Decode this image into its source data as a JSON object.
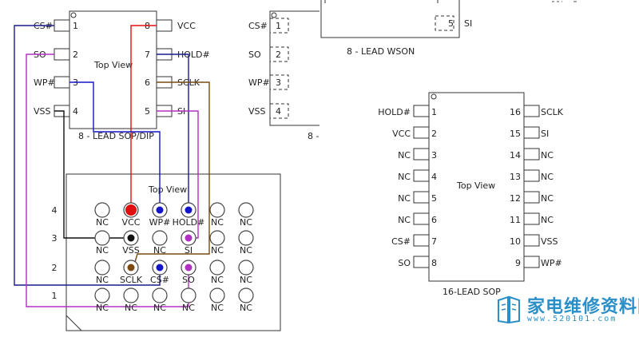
{
  "sop8": {
    "pins_left": [
      {
        "name": "CS#",
        "num": "1"
      },
      {
        "name": "SO",
        "num": "2"
      },
      {
        "name": "WP#",
        "num": "3"
      },
      {
        "name": "VSS",
        "num": "4"
      }
    ],
    "pins_right": [
      {
        "name": "VCC",
        "num": "8"
      },
      {
        "name": "HOLD#",
        "num": "7"
      },
      {
        "name": "SCLK",
        "num": "6"
      },
      {
        "name": "SI",
        "num": "5"
      }
    ],
    "center_label": "Top View",
    "caption": "8 - LEAD SOP/DIP"
  },
  "wson8": {
    "pins_left": [
      {
        "name": "CS#",
        "num": "1"
      },
      {
        "name": "SO",
        "num": "2"
      },
      {
        "name": "WP#",
        "num": "3"
      },
      {
        "name": "VSS",
        "num": "4"
      }
    ],
    "pin_right": {
      "name": "SI",
      "num": "5"
    },
    "caption": "8 - LEAD WSON",
    "partial_caption": "8 -"
  },
  "sop16": {
    "pins_left": [
      {
        "name": "HOLD#",
        "num": "1"
      },
      {
        "name": "VCC",
        "num": "2"
      },
      {
        "name": "NC",
        "num": "3"
      },
      {
        "name": "NC",
        "num": "4"
      },
      {
        "name": "NC",
        "num": "5"
      },
      {
        "name": "NC",
        "num": "6"
      },
      {
        "name": "CS#",
        "num": "7"
      },
      {
        "name": "SO",
        "num": "8"
      }
    ],
    "pins_right": [
      {
        "name": "SCLK",
        "num": "16"
      },
      {
        "name": "SI",
        "num": "15"
      },
      {
        "name": "NC",
        "num": "14"
      },
      {
        "name": "NC",
        "num": "13"
      },
      {
        "name": "NC",
        "num": "12"
      },
      {
        "name": "NC",
        "num": "11"
      },
      {
        "name": "VSS",
        "num": "10"
      },
      {
        "name": "WP#",
        "num": "9"
      }
    ],
    "center_label": "Top View",
    "caption": "16-LEAD SOP"
  },
  "bga": {
    "title": "Top View",
    "rows": [
      {
        "num": "4",
        "balls": [
          "NC",
          "VCC",
          "WP#",
          "HOLD#",
          "NC",
          "NC"
        ]
      },
      {
        "num": "3",
        "balls": [
          "NC",
          "VSS",
          "NC",
          "SI",
          "NC",
          "NC"
        ]
      },
      {
        "num": "2",
        "balls": [
          "NC",
          "SCLK",
          "CS#",
          "SO",
          "NC",
          "NC"
        ]
      },
      {
        "num": "1",
        "balls": [
          "NC",
          "NC",
          "NC",
          "NC",
          "NC",
          "NC"
        ]
      }
    ],
    "connected": [
      {
        "label": "VCC",
        "color": "#e01010"
      },
      {
        "label": "WP#",
        "color": "#1414c8"
      },
      {
        "label": "HOLD#",
        "color": "#1414c8"
      },
      {
        "label": "VSS",
        "color": "#111111"
      },
      {
        "label": "SI",
        "color": "#b030c0"
      },
      {
        "label": "SCLK",
        "color": "#7a4a10"
      },
      {
        "label": "CS#",
        "color": "#1414c8"
      },
      {
        "label": "SO",
        "color": "#b030c0"
      }
    ]
  },
  "wire_colors": {
    "vcc": "#e01010",
    "navy": "#1a1a8c",
    "blue": "#1414c8",
    "brown": "#7a4a10",
    "magenta": "#b030c0",
    "black": "#111111"
  },
  "watermark": {
    "text": "家电维修资料网",
    "url": "www.520101.com"
  }
}
